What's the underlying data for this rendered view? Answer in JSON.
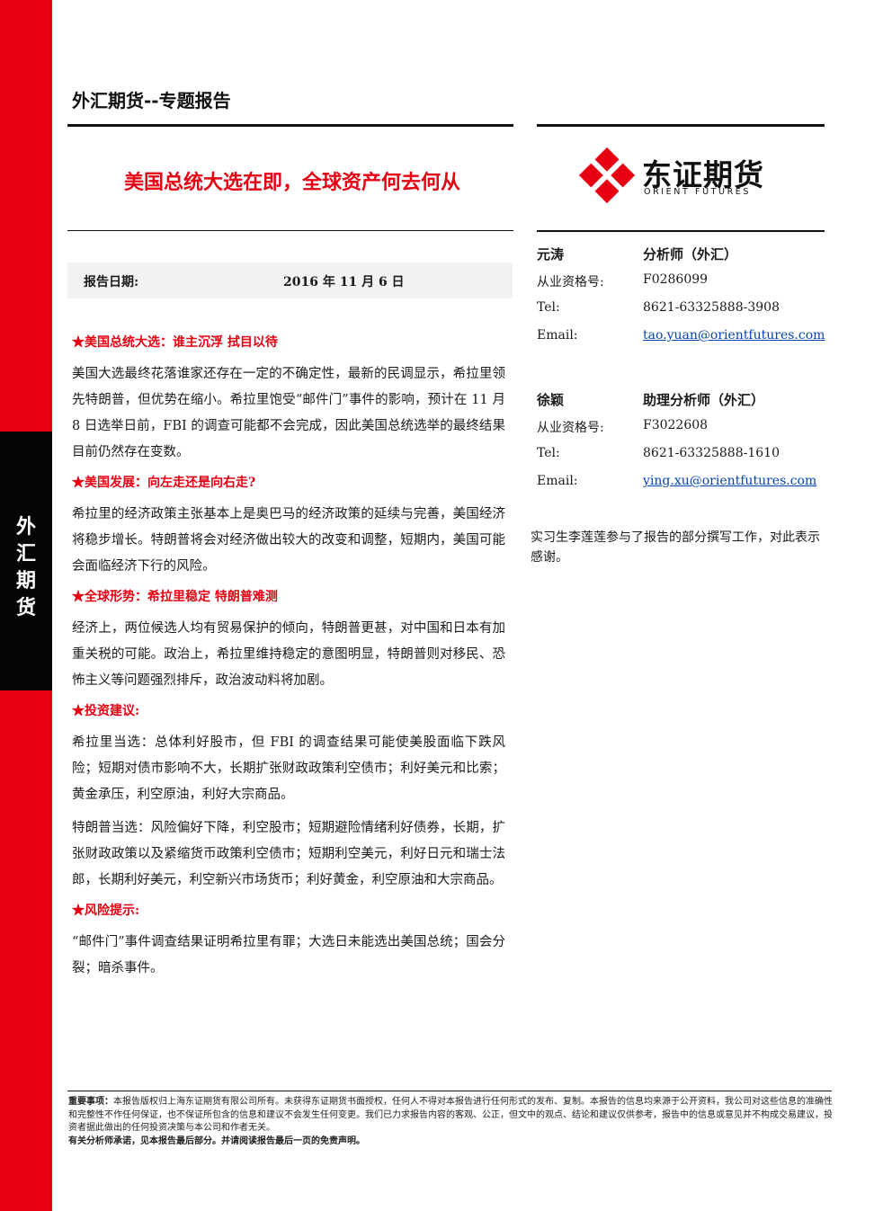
{
  "header": {
    "doc_type": "外汇期货--专题报告",
    "title": "美国总统大选在即，全球资产何去何从",
    "date_label": "报告日期:",
    "date_value": "2016 年 11 月 6 日"
  },
  "side_tab": [
    "外",
    "汇",
    "期",
    "货"
  ],
  "logo": {
    "name_cn": "东证期货",
    "name_en": "ORIENT FUTURES"
  },
  "sections": [
    {
      "title": "★美国总统大选：谁主沉浮  拭目以待",
      "paras": [
        "美国大选最终花落谁家还存在一定的不确定性，最新的民调显示，希拉里领先特朗普，但优势在缩小。希拉里饱受“邮件门”事件的影响，预计在 11 月 8 日选举日前，FBI 的调查可能都不会完成，因此美国总统选举的最终结果目前仍然存在变数。"
      ]
    },
    {
      "title": "★美国发展：向左走还是向右走?",
      "paras": [
        "希拉里的经济政策主张基本上是奥巴马的经济政策的延续与完善，美国经济将稳步增长。特朗普将会对经济做出较大的改变和调整，短期内，美国可能会面临经济下行的风险。"
      ]
    },
    {
      "title": "★全球形势：希拉里稳定  特朗普难测",
      "paras": [
        "经济上，两位候选人均有贸易保护的倾向，特朗普更甚，对中国和日本有加重关税的可能。政治上，希拉里维持稳定的意图明显，特朗普则对移民、恐怖主义等问题强烈排斥，政治波动料将加剧。"
      ]
    },
    {
      "title": "★投资建议:",
      "paras": [
        "希拉里当选：总体利好股市，但 FBI 的调查结果可能使美股面临下跌风险；短期对债市影响不大，长期扩张财政政策利空债市；利好美元和比索；黄金承压，利空原油，利好大宗商品。",
        "特朗普当选：风险偏好下降，利空股市；短期避险情绪利好债券，长期，扩张财政政策以及紧缩货币政策利空债市；短期利空美元，利好日元和瑞士法郎，长期利好美元，利空新兴市场货币；利好黄金，利空原油和大宗商品。"
      ]
    },
    {
      "title": "★风险提示:",
      "paras": [
        "“邮件门”事件调查结果证明希拉里有罪；大选日未能选出美国总统；国会分裂；暗杀事件。"
      ]
    }
  ],
  "analysts": [
    {
      "name": "元涛",
      "role": "分析师（外汇）",
      "rows": [
        {
          "k": "从业资格号:",
          "v": "F0286099"
        },
        {
          "k": "Tel:",
          "v": "8621-63325888-3908"
        },
        {
          "k": "Email:",
          "v": "tao.yuan@orientfutures.com"
        }
      ]
    },
    {
      "name": "徐颖",
      "role": "助理分析师（外汇）",
      "rows": [
        {
          "k": "从业资格号:",
          "v": "F3022608"
        },
        {
          "k": "Tel:",
          "v": "8621-63325888-1610"
        },
        {
          "k": "Email:",
          "v": "ying.xu@orientfutures.com"
        }
      ]
    }
  ],
  "thanks": "实习生李莲莲参与了报告的部分撰写工作，对此表示感谢。",
  "disclaimer": {
    "label": "重要事项：",
    "body": "本报告版权归上海东证期货有限公司所有。未获得东证期货书面授权，任何人不得对本报告进行任何形式的发布、复制。本报告的信息均来源于公开资料，我公司对这些信息的准确性和完整性不作任何保证，也不保证所包含的信息和建议不会发生任何变更。我们已力求报告内容的客观、公正，但文中的观点、结论和建议仅供参考，报告中的信息或意见并不构成交易建议，投资者据此做出的任何投资决策与本公司和作者无关。",
    "note": "有关分析师承诺，见本报告最后部分。并请阅读报告最后一页的免责声明。"
  },
  "colors": {
    "brand_red": "#e60012",
    "dark": "#050505"
  }
}
